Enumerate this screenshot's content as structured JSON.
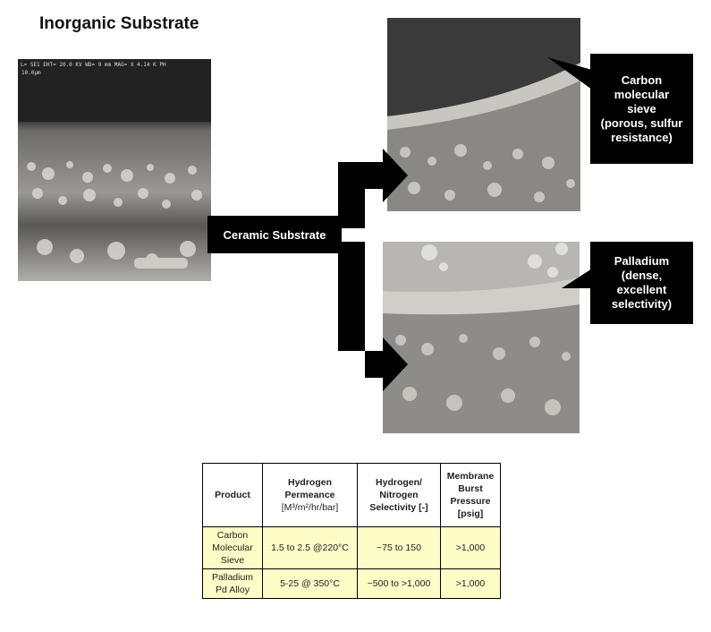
{
  "title": "Inorganic Substrate",
  "sem_header": "L= SE1    EHT= 20.0 KV   WD= 9    mm    MAG= X 4.14 K PH",
  "sem_scale": "10.0µm",
  "labels": {
    "ceramic": "Ceramic Substrate",
    "carbon": [
      "Carbon",
      "molecular",
      "sieve",
      "(porous, sulfur",
      "resistance)"
    ],
    "palladium": [
      "Palladium",
      "(dense,",
      "excellent",
      "selectivity)"
    ]
  },
  "colors": {
    "callout_bg": "#000000",
    "table_cell_bg": "#fdfdc8"
  },
  "table": {
    "headers": [
      [
        "Product"
      ],
      [
        "Hydrogen",
        "Permeance",
        "[M³/m²/hr/bar]"
      ],
      [
        "Hydrogen/",
        "Nitrogen",
        "Selectivity [-]"
      ],
      [
        "Membrane",
        "Burst",
        "Pressure",
        "[psig]"
      ]
    ],
    "rows": [
      [
        [
          "Carbon",
          "Molecular",
          "Sieve"
        ],
        [
          "1.5 to 2.5 @220°C"
        ],
        [
          "~75 to 150"
        ],
        [
          ">1,000"
        ]
      ],
      [
        [
          "Palladium",
          "Pd Alloy"
        ],
        [
          "5-25 @ 350°C"
        ],
        [
          "~500 to >1,000"
        ],
        [
          ">1,000"
        ]
      ]
    ]
  }
}
